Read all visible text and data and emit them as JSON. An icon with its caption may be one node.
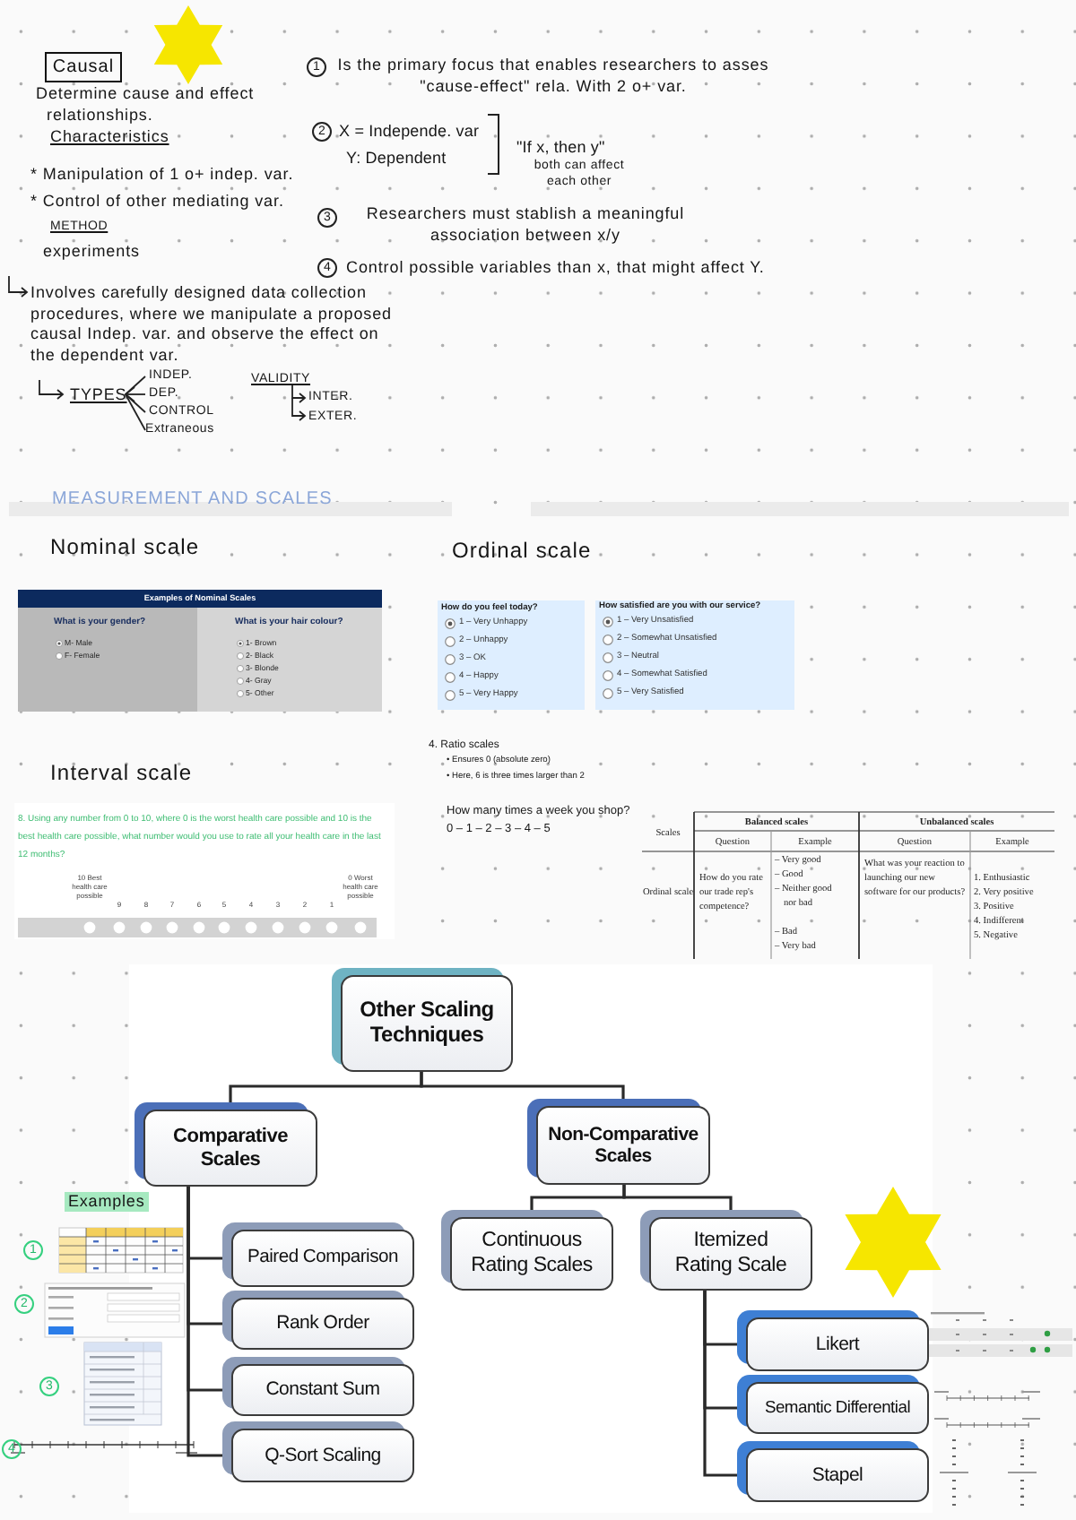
{
  "diagram": {
    "nodes": [
      {
        "text": [
          "Causal"
        ]
      },
      {
        "text": [
          "Other Scaling Techniques"
        ]
      },
      {
        "text": [
          "Comparative Scales"
        ]
      },
      {
        "text": [
          "Non-Comparative Scales"
        ]
      },
      {
        "text": [
          "Paired Comparison"
        ]
      },
      {
        "text": [
          "Rank Order"
        ]
      },
      {
        "text": [
          "Constant Sum"
        ]
      },
      {
        "text": [
          "Q-Sort Scaling"
        ]
      },
      {
        "text": [
          "Continuous Rating Scales"
        ]
      },
      {
        "text": [
          "Itemized Rating Scale"
        ]
      },
      {
        "text": [
          "Likert"
        ]
      },
      {
        "text": [
          "Semantic Differential"
        ]
      },
      {
        "text": [
          "Stapel"
        ]
      }
    ],
    "edges": [
      {
        "from": 1,
        "to": 2,
        "arrow": "none"
      },
      {
        "from": 1,
        "to": 3,
        "arrow": "none"
      },
      {
        "from": 2,
        "to": 4,
        "arrow": "none"
      },
      {
        "from": 2,
        "to": 5,
        "arrow": "none"
      },
      {
        "from": 2,
        "to": 6,
        "arrow": "none"
      },
      {
        "from": 2,
        "to": 7,
        "arrow": "none"
      },
      {
        "from": 3,
        "to": 8,
        "arrow": "none"
      },
      {
        "from": 3,
        "to": 9,
        "arrow": "none"
      },
      {
        "from": 9,
        "to": 10,
        "arrow": "none"
      },
      {
        "from": 9,
        "to": 11,
        "arrow": "none"
      },
      {
        "from": 9,
        "to": 12,
        "arrow": "none"
      }
    ],
    "labels": [
      "Determine cause and effect relationships.",
      "Characteristics",
      "* Manipulation of 1 o+ indep. var.",
      "* Control of other mediating var.",
      "METHOD",
      "experiments",
      "Involves carefully designed data collection procedures, where we manipulate a proposed causal Indep. var. and observe the effect on the dependent var.",
      "TYPES",
      "INDEP.",
      "DEP.",
      "CONTROL",
      "Extraneous",
      "VALIDITY",
      "INTER.",
      "EXTER.",
      "1",
      "Is the primary focus that enables researchers to asses \"cause-effect\" rela. With 2 o+ var.",
      "2",
      "X = Independe. var",
      "Y: Dependent",
      "\"If x, then y\"",
      "both can affect each other",
      "3",
      "Researchers must stablish a meaningful association between x/y",
      "4",
      "Control possible variables than x, that might affect Y.",
      "MEASUREMENT AND SCALES",
      "Nominal scale",
      "Ordinal scale",
      "Examples of Nominal Scales",
      "What is your gender?",
      "M- Male",
      "F- Female",
      "What is your hair colour?",
      "1- Brown",
      "2- Black",
      "3- Blonde",
      "4- Gray",
      "5- Other",
      "How do you feel today?",
      "1 – Very Unhappy",
      "2 – Unhappy",
      "3 – OK",
      "4 – Happy",
      "5 – Very Happy",
      "How satisfied are you with our service?",
      "1 – Very Unsatisfied",
      "2 – Somewhat Unsatisfied",
      "3 – Neutral",
      "4 – Somewhat Satisfied",
      "5 – Very Satisfied",
      "Interval scale",
      "4. Ratio scales",
      "• Ensures 0 (absolute zero)",
      "• Here, 6 is three times larger than 2",
      "How many times a week you shop?",
      "0 – 1 – 2 – 3 – 4 – 5",
      "8. Using any number from 0 to 10, where 0 is the worst health care possible and 10 is the best health care possible, what number would you use to rate all your health care in the last 12 months?",
      "10 Best health care possible",
      "9",
      "8",
      "7",
      "6",
      "5",
      "4",
      "3",
      "2",
      "1",
      "0 Worst health care possible",
      "Scales",
      "Balanced scales",
      "Unbalanced scales",
      "Question",
      "Example",
      "Question",
      "Example",
      "Ordinal scale",
      "How do you rate our trade rep's competence?",
      "– Very good",
      "– Good",
      "– Neither good nor bad",
      "– Bad",
      "– Very bad",
      "What was your reaction to launching our new software for our products?",
      "1. Enthusiastic",
      "2. Very positive",
      "3. Positive",
      "4. Indifferent",
      "5. Negative",
      "Examples",
      "1",
      "2",
      "3",
      "4"
    ]
  }
}
